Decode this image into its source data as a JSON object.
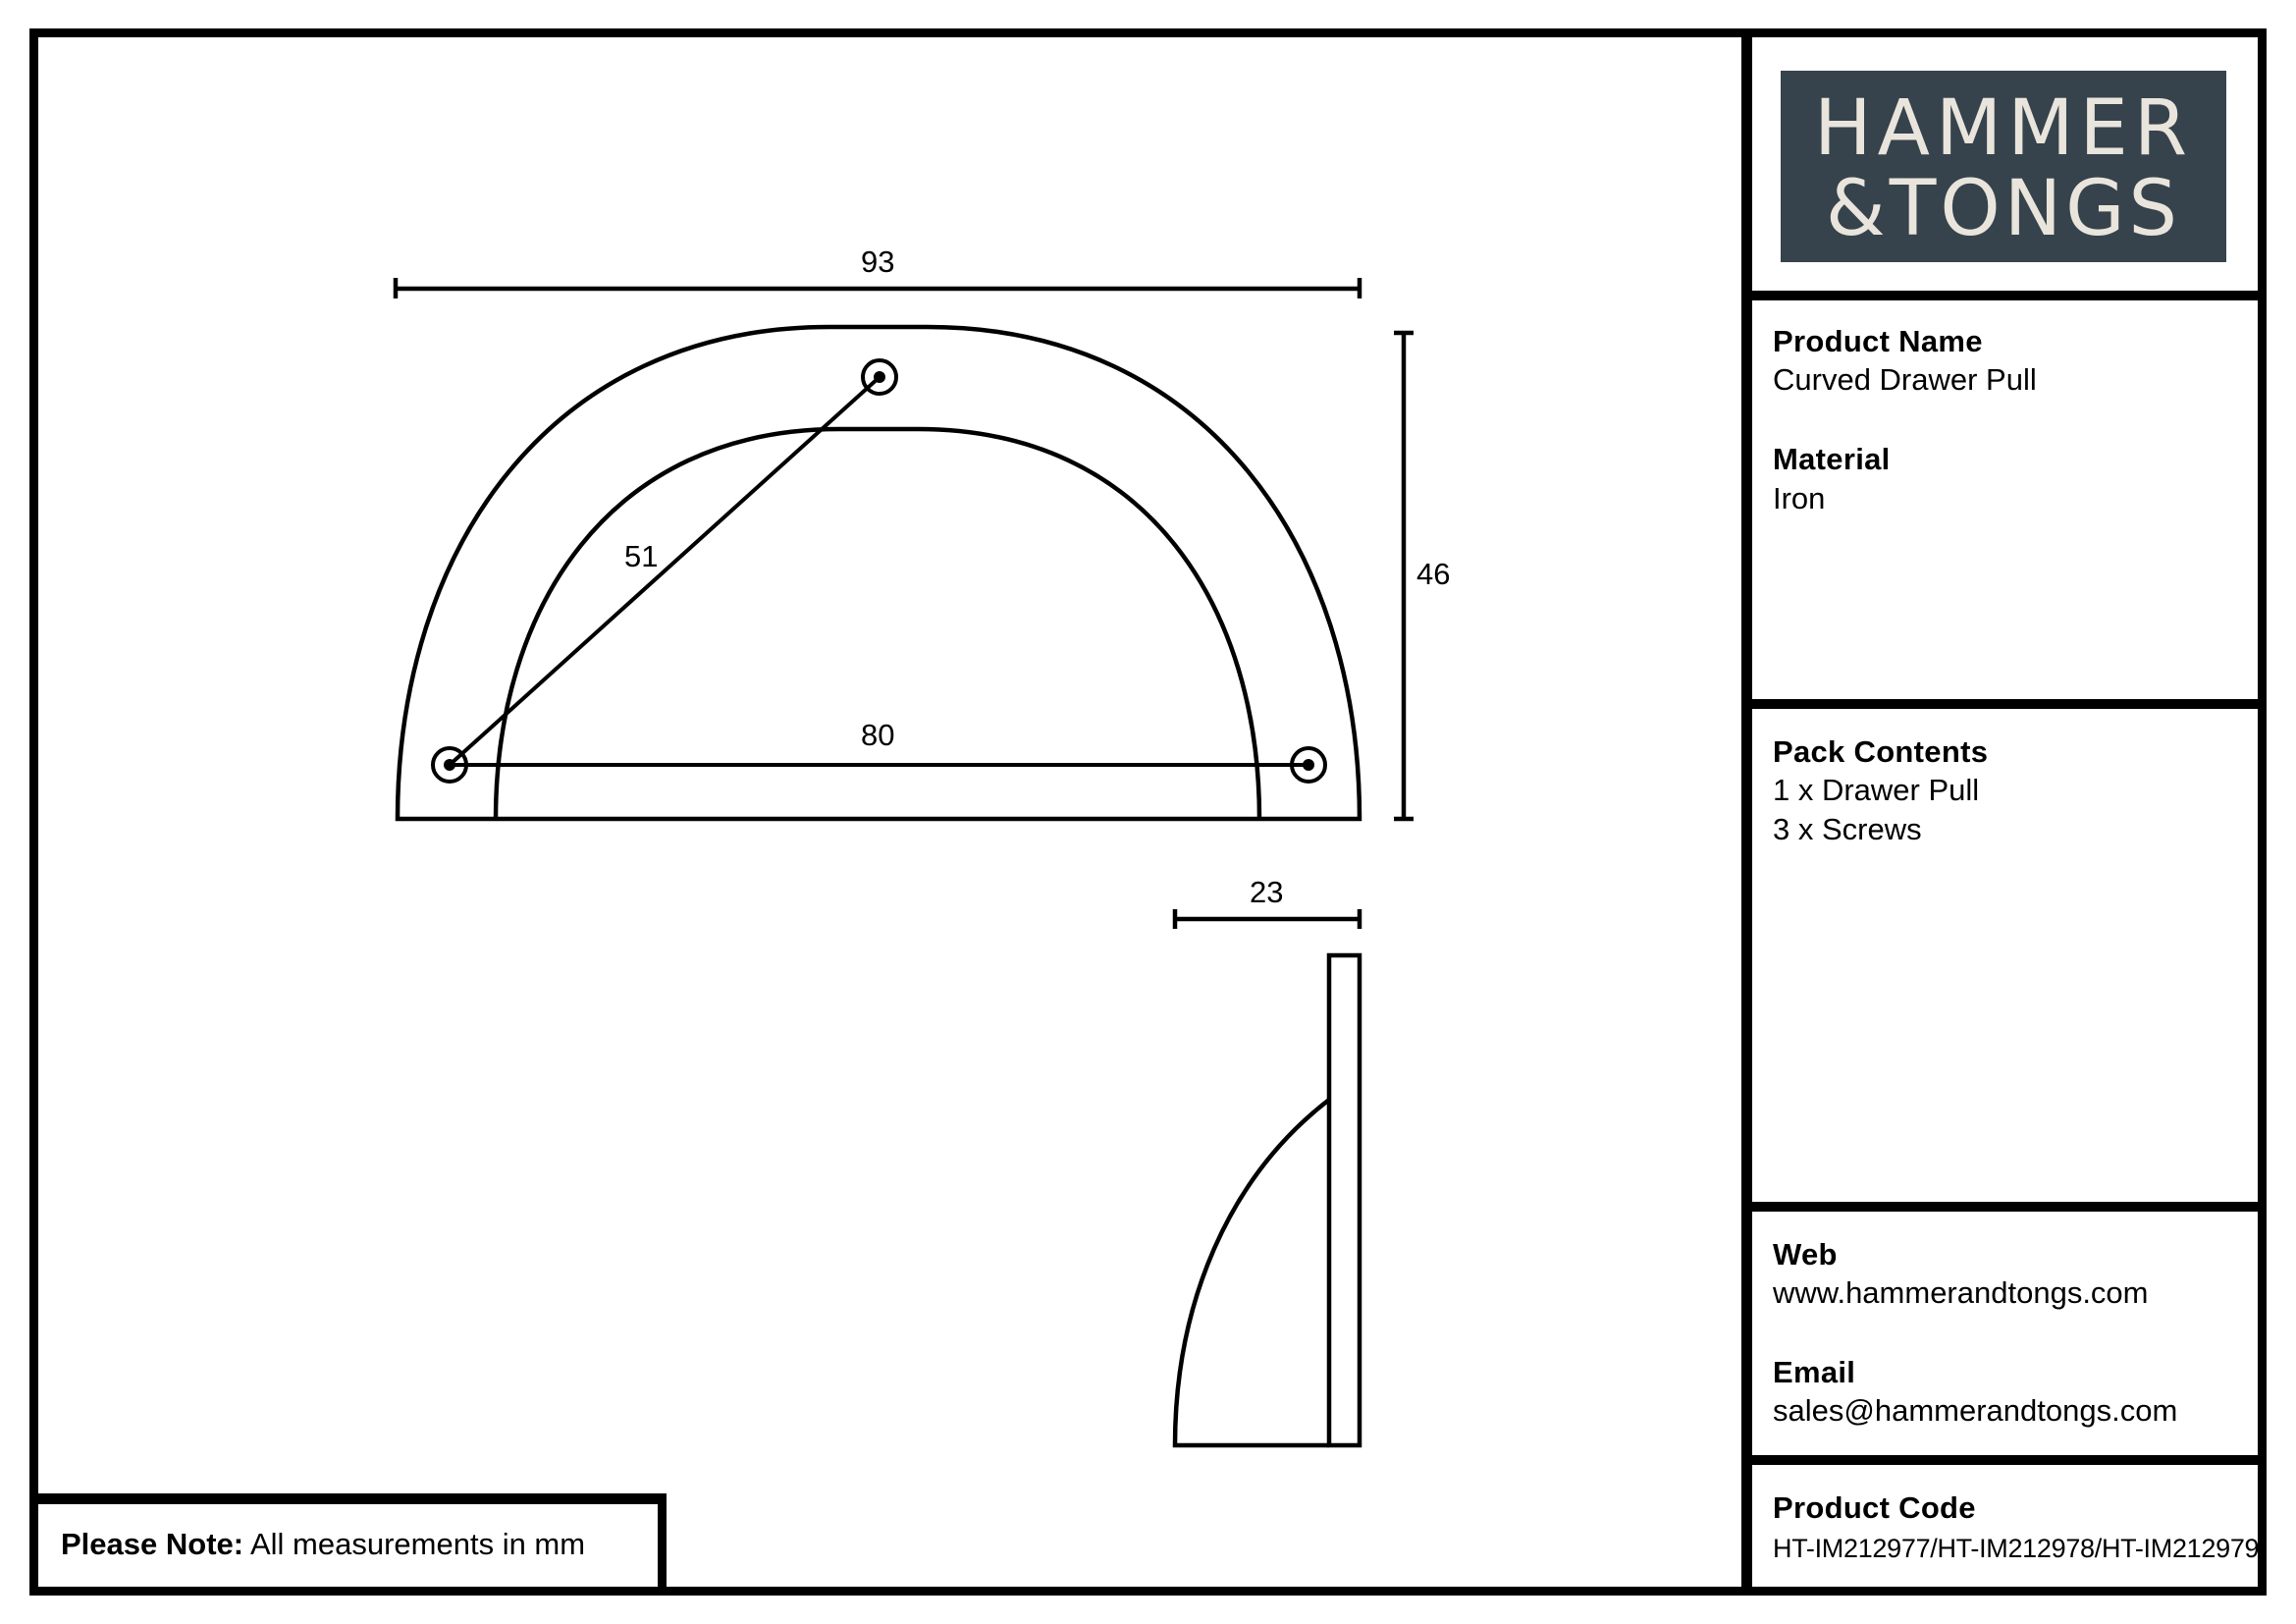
{
  "brand": {
    "line1": "HAMMER",
    "line2": "&TONGS",
    "logo_bg": "#36434c",
    "logo_fg": "#e9e5dc"
  },
  "info": {
    "product_name_label": "Product Name",
    "product_name": "Curved Drawer Pull",
    "material_label": "Material",
    "material": "Iron",
    "pack_contents_label": "Pack Contents",
    "pack_contents": [
      "1 x Drawer Pull",
      "3 x Screws"
    ],
    "web_label": "Web",
    "web": "www.hammerandtongs.com",
    "email_label": "Email",
    "email": "sales@hammerandtongs.com",
    "product_code_label": "Product Code",
    "product_code": "HT-IM212977/HT-IM212978/HT-IM212979"
  },
  "drawing": {
    "width_overall": "93",
    "height_overall": "46",
    "hole_spacing_horizontal": "80",
    "hole_spacing_diagonal": "51",
    "depth": "23"
  },
  "note": {
    "label": "Please Note:",
    "text": "All measurements in mm"
  }
}
